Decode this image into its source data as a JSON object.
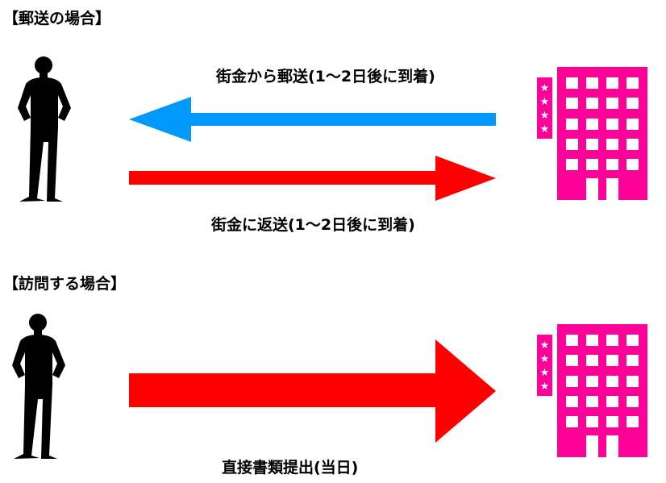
{
  "sections": [
    {
      "title": "【郵送の場合】",
      "arrows": [
        {
          "label": "街金から郵送(1〜2日後に到着)",
          "direction": "left",
          "color": "#0099FF"
        },
        {
          "label": "街金に返送(1〜2日後に到着)",
          "direction": "right",
          "color": "#FF0000"
        }
      ]
    },
    {
      "title": "【訪問する場合】",
      "arrows": [
        {
          "label": "直接書類提出(当日)",
          "direction": "right",
          "color": "#FF0000"
        }
      ]
    }
  ],
  "colors": {
    "building": "#FF0099",
    "person": "#000000"
  },
  "icons": [
    "person-silhouette-icon",
    "hotel-building-icon",
    "star-icon"
  ]
}
